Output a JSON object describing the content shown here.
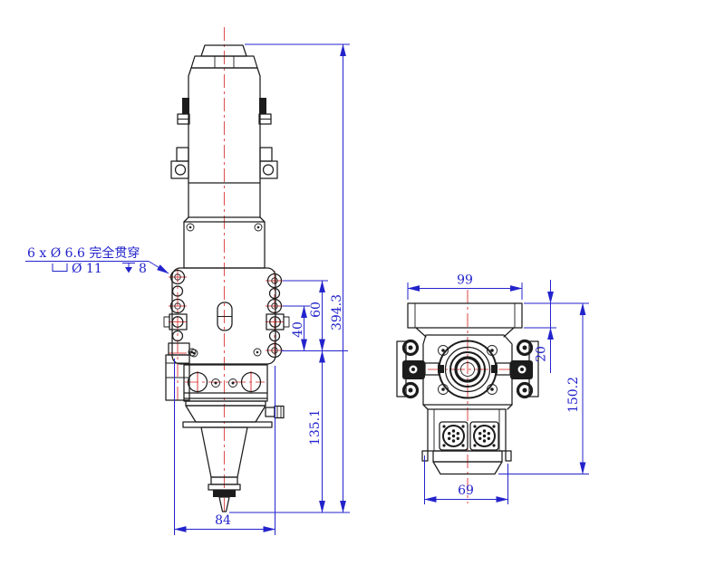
{
  "callout": {
    "line1": "6 x Ø 6.6 完全贯穿",
    "counterbore_diameter": "Ø 11",
    "counterbore_depth": "8"
  },
  "front_view_dims": {
    "overall_height": "394.3",
    "nozzle_section_height": "135.1",
    "hole_span_outer": "60",
    "hole_span_inner": "40",
    "body_width": "84"
  },
  "side_view_dims": {
    "top_plate_width": "99",
    "top_plate_height": "20",
    "body_height": "150.2",
    "bottom_width": "69"
  },
  "colors": {
    "dimension_blue": "#2323cc",
    "centerline_red": "#e05555",
    "outline_black": "#1c1c1c",
    "background": "#ffffff"
  }
}
